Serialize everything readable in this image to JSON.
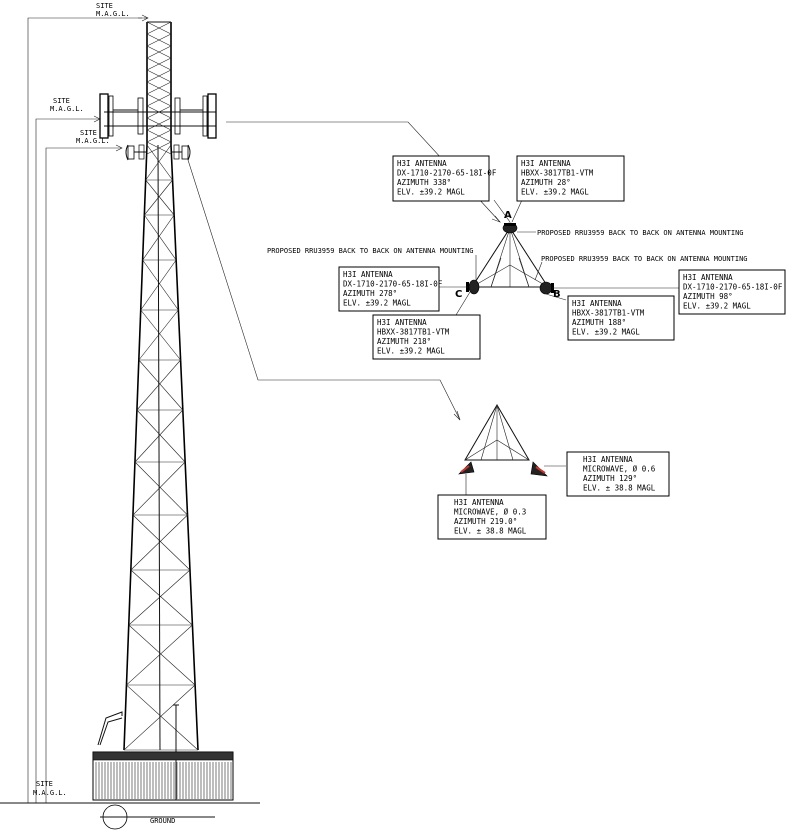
{
  "site_labels": [
    {
      "line1": "SITE",
      "line2": "M.A.G.L."
    },
    {
      "line1": "SITE",
      "line2": "M.A.G.L."
    },
    {
      "line1": "SITE",
      "line2": "M.A.G.L."
    },
    {
      "line1": "SITE",
      "line2": "M.A.G.L."
    }
  ],
  "ground_label": "GROUND",
  "notes": {
    "rru_a": "PROPOSED RRU3959 BACK TO BACK ON ANTENNA MOUNTING",
    "rru_c": "PROPOSED RRU3959 BACK TO BACK ON ANTENNA MOUNTING",
    "rru_b": "PROPOSED RRU3959 BACK TO BACK ON ANTENNA MOUNTING"
  },
  "sector_letters": {
    "a": "A",
    "b": "B",
    "c": "C"
  },
  "antenna_boxes": [
    {
      "lines": [
        "H3I ANTENNA",
        "DX-1710-2170-65-18I-0F",
        "AZIMUTH 338°",
        "ELV. ±39.2 MAGL"
      ]
    },
    {
      "lines": [
        "H3I ANTENNA",
        "HBXX-3817TB1-VTM",
        "AZIMUTH 28°",
        "ELV. ±39.2 MAGL"
      ]
    },
    {
      "lines": [
        "H3I ANTENNA",
        "DX-1710-2170-65-18I-0F",
        "AZIMUTH 278°",
        "ELV. ±39.2 MAGL"
      ]
    },
    {
      "lines": [
        "H3I ANTENNA",
        "HBXX-3817TB1-VTM",
        "AZIMUTH 218°",
        "ELV. ±39.2 MAGL"
      ]
    },
    {
      "lines": [
        "H3I ANTENNA",
        "HBXX-3817TB1-VTM",
        "AZIMUTH 188°",
        "ELV. ±39.2 MAGL"
      ]
    },
    {
      "lines": [
        "H3I ANTENNA",
        "DX-1710-2170-65-18I-0F",
        "AZIMUTH 98°",
        "ELV. ±39.2 MAGL"
      ]
    },
    {
      "lines": [
        "H3I ANTENNA",
        "MICROWAVE, Ø 0.6",
        "AZIMUTH 129°",
        "ELV. ± 38.8 MAGL"
      ]
    },
    {
      "lines": [
        "H3I ANTENNA",
        "MICROWAVE, Ø 0.3",
        "AZIMUTH 219.0°",
        "ELV. ± 38.8 MAGL"
      ]
    }
  ]
}
